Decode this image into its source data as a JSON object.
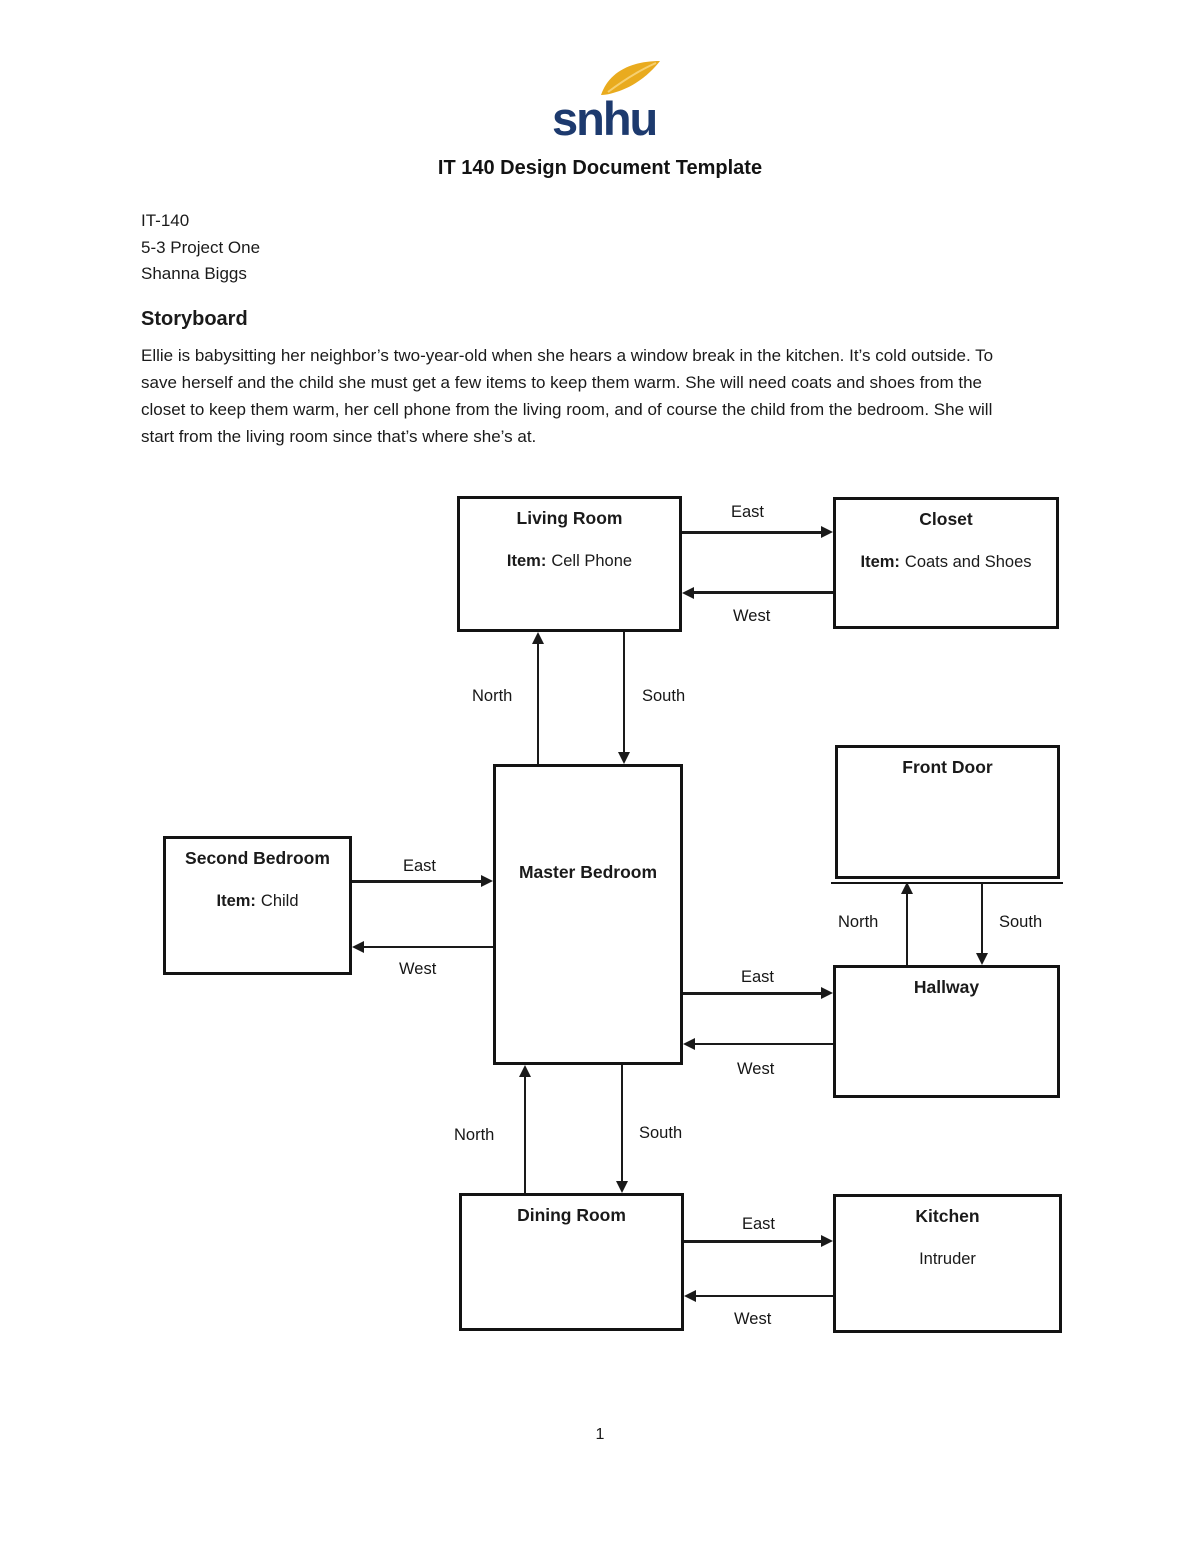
{
  "header": {
    "logo": {
      "text": "snhu",
      "navy_color": "#1d3a6e",
      "gold_color": "#e9ab1e",
      "icon": "leaf-icon"
    },
    "title": "IT 140 Design Document Template"
  },
  "meta": {
    "course": "IT-140",
    "project": "5-3 Project One",
    "author": "Shanna Biggs"
  },
  "storyboard": {
    "heading": "Storyboard",
    "body": "Ellie is babysitting her neighbor’s two-year-old when she hears a window break in the kitchen. It’s cold outside. To save herself and the child she must get a few items to keep them warm. She will need coats and shoes from the closet to keep them warm, her cell phone from the living room, and of course the child from the bedroom. She will start from the living room since that’s where she’s at."
  },
  "diagram": {
    "rooms": {
      "living_room": {
        "name": "Living Room",
        "item_label": "Item:",
        "item": "Cell Phone"
      },
      "closet": {
        "name": "Closet",
        "item_label": "Item:",
        "item": "Coats and Shoes"
      },
      "master_bedroom": {
        "name": "Master Bedroom"
      },
      "front_door": {
        "name": "Front Door"
      },
      "second_bedroom": {
        "name": "Second Bedroom",
        "item_label": "Item:",
        "item": "Child"
      },
      "hallway": {
        "name": "Hallway"
      },
      "dining_room": {
        "name": "Dining Room"
      },
      "kitchen": {
        "name": "Kitchen",
        "occupant": "Intruder"
      }
    },
    "directions": {
      "north": "North",
      "south": "South",
      "east": "East",
      "west": "West"
    },
    "connections": [
      {
        "from": "Living Room",
        "to": "Closet",
        "direction": "East"
      },
      {
        "from": "Closet",
        "to": "Living Room",
        "direction": "West"
      },
      {
        "from": "Master Bedroom",
        "to": "Living Room",
        "direction": "North"
      },
      {
        "from": "Living Room",
        "to": "Master Bedroom",
        "direction": "South"
      },
      {
        "from": "Second Bedroom",
        "to": "Master Bedroom",
        "direction": "East"
      },
      {
        "from": "Master Bedroom",
        "to": "Second Bedroom",
        "direction": "West"
      },
      {
        "from": "Hallway",
        "to": "Front Door",
        "direction": "North"
      },
      {
        "from": "Front Door",
        "to": "Hallway",
        "direction": "South"
      },
      {
        "from": "Master Bedroom",
        "to": "Hallway",
        "direction": "East"
      },
      {
        "from": "Hallway",
        "to": "Master Bedroom",
        "direction": "West"
      },
      {
        "from": "Dining Room",
        "to": "Master Bedroom",
        "direction": "North"
      },
      {
        "from": "Master Bedroom",
        "to": "Dining Room",
        "direction": "South"
      },
      {
        "from": "Dining Room",
        "to": "Kitchen",
        "direction": "East"
      },
      {
        "from": "Kitchen",
        "to": "Dining Room",
        "direction": "West"
      }
    ]
  },
  "footer": {
    "page_number": "1"
  }
}
